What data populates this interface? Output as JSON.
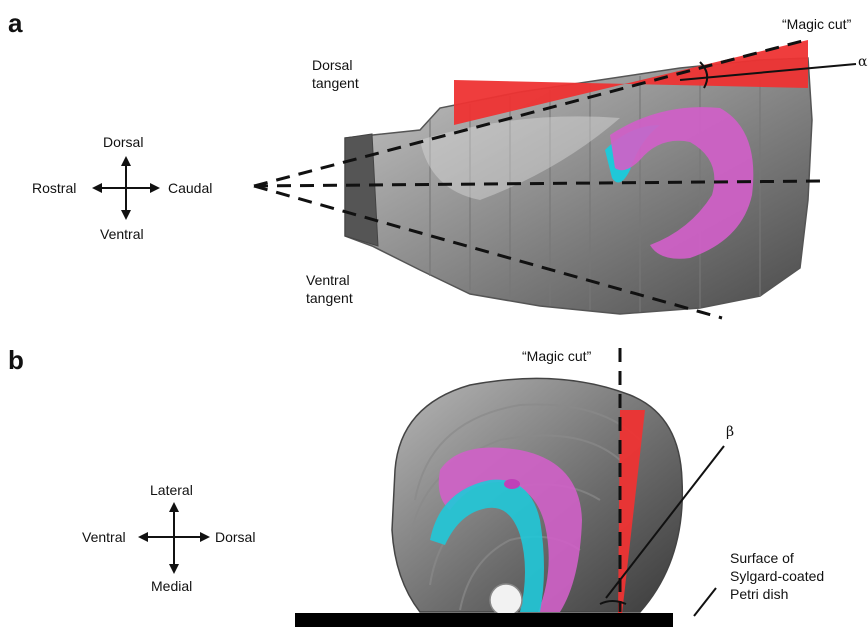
{
  "panels": [
    {
      "letter": "a",
      "cut_label": "“Magic cut”",
      "angle_symbol": "α",
      "dorsal_tangent": [
        "Dorsal",
        "tangent"
      ],
      "ventral_tangent": [
        "Ventral",
        "tangent"
      ],
      "compass": {
        "up": "Dorsal",
        "down": "Ventral",
        "left": "Rostral",
        "right": "Caudal"
      }
    },
    {
      "letter": "b",
      "cut_label": "“Magic cut”",
      "angle_symbol": "β",
      "compass": {
        "up": "Lateral",
        "down": "Medial",
        "left": "Ventral",
        "right": "Dorsal"
      },
      "surface_label": [
        "Surface of",
        "Sylgard-coated",
        "Petri dish"
      ]
    }
  ],
  "colors": {
    "magic_cut_wedge": "#ee3333",
    "hippocampus_magenta": "#d060c8",
    "hippocampus_cyan": "#20c8d8",
    "brain_gray": "#9a9a9a"
  }
}
